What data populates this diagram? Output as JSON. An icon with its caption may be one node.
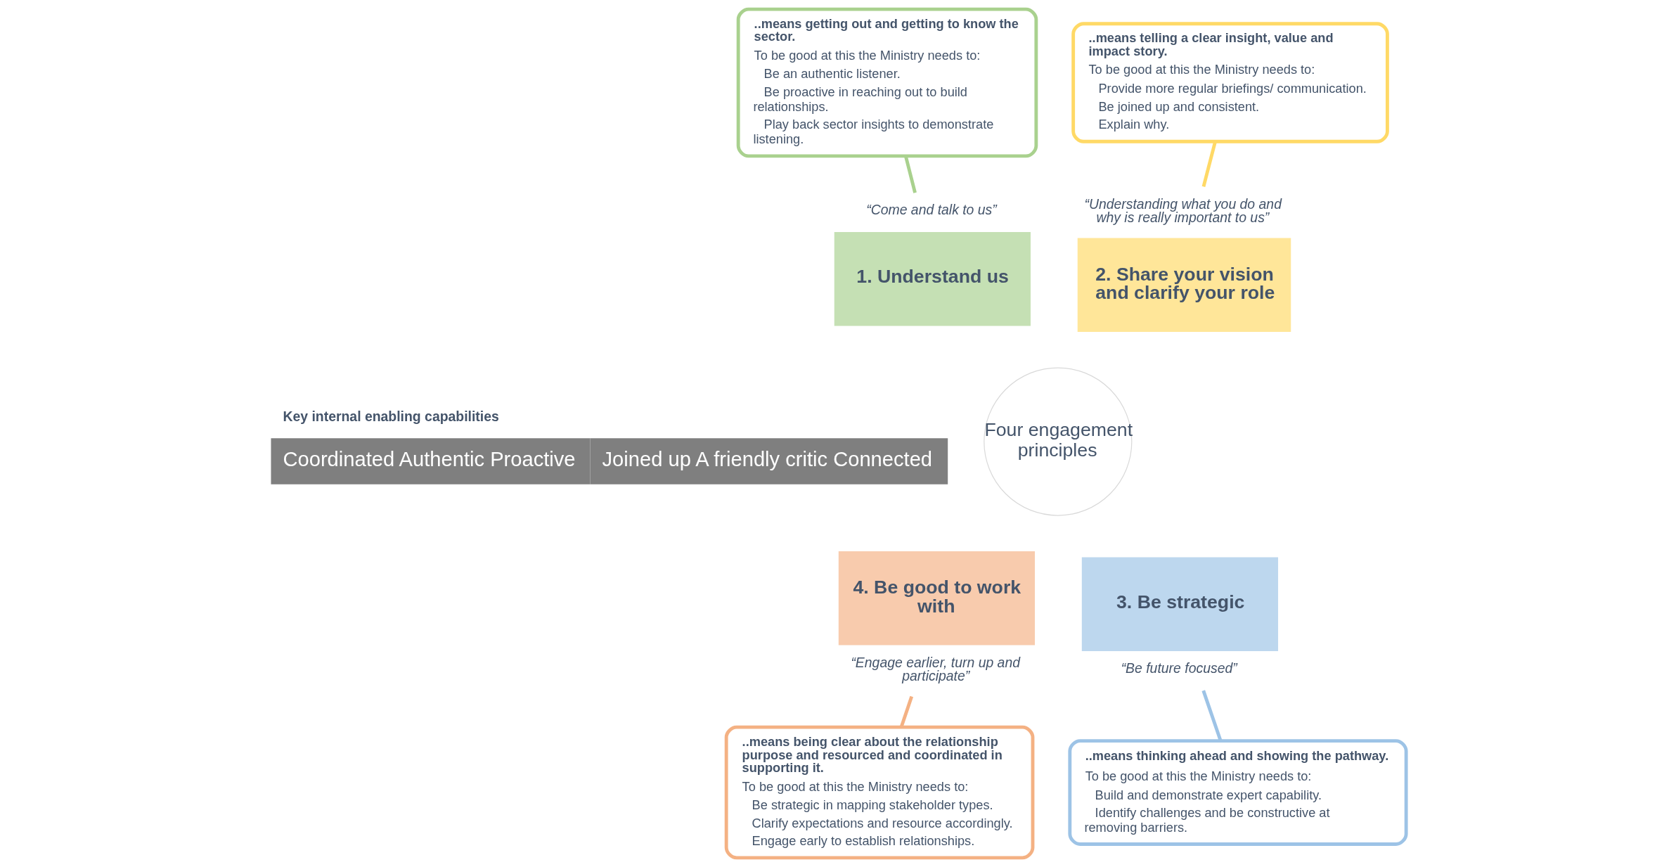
{
  "diagram": {
    "nodes": [
      {
        "text": [
          "..means getting out and getting to know the sector.",
          "To be good at this the Ministry needs to:",
          "Be an authentic listener.",
          "Be proactive in reaching out to build relationships.",
          "Play back sector insights to demonstrate listening."
        ]
      },
      {
        "text": [
          "1. Understand us"
        ],
        "beside": [
          "“Come and talk to us”"
        ]
      },
      {
        "text": [
          "2. Share your vision and clarify your role"
        ],
        "beside": [
          "“Understanding what you do and why is really important to us”"
        ]
      },
      {
        "text": [
          "..means telling a clear insight, value and impact story.",
          "To be good at this the Ministry needs to:",
          "Provide more regular briefings/ communication.",
          "Be joined up and consistent.",
          "Explain why."
        ]
      },
      {
        "text": [
          "Key internal enabling capabilities",
          "Coordinated Authentic Proactive",
          "Joined up A friendly critic Connected"
        ]
      },
      {
        "text": [
          "Four engagement principles"
        ]
      },
      {
        "text": [
          "..means being clear about the relationship purpose and resourced and coordinated in supporting it.",
          "To be good at this the Ministry needs to:",
          "Be strategic in mapping stakeholder types.",
          "Clarify expectations and resource accordingly.",
          "Engage early to establish relationships."
        ]
      },
      {
        "text": [
          "4. Be good to work with"
        ],
        "beside": [
          "“Engage earlier, turn up and participate”"
        ]
      },
      {
        "text": [
          "3. Be strategic"
        ],
        "beside": [
          "“Be future focused”"
        ]
      },
      {
        "text": [
          "..means thinking ahead and showing the pathway.",
          "To be good at this the Ministry needs to:",
          "Build and demonstrate expert capability.",
          "Identify challenges and be constructive at removing barriers."
        ]
      }
    ],
    "edges": [
      {
        "from": 0,
        "to": 1,
        "arrow": "none",
        "color": "#a9d18e"
      },
      {
        "from": 3,
        "to": 2,
        "arrow": "none",
        "color": "#ffd966"
      },
      {
        "from": 8,
        "to": 9,
        "arrow": "none",
        "color": "#9dc3e6"
      },
      {
        "from": 7,
        "to": 6,
        "arrow": "none",
        "color": "#f4b183"
      }
    ]
  }
}
